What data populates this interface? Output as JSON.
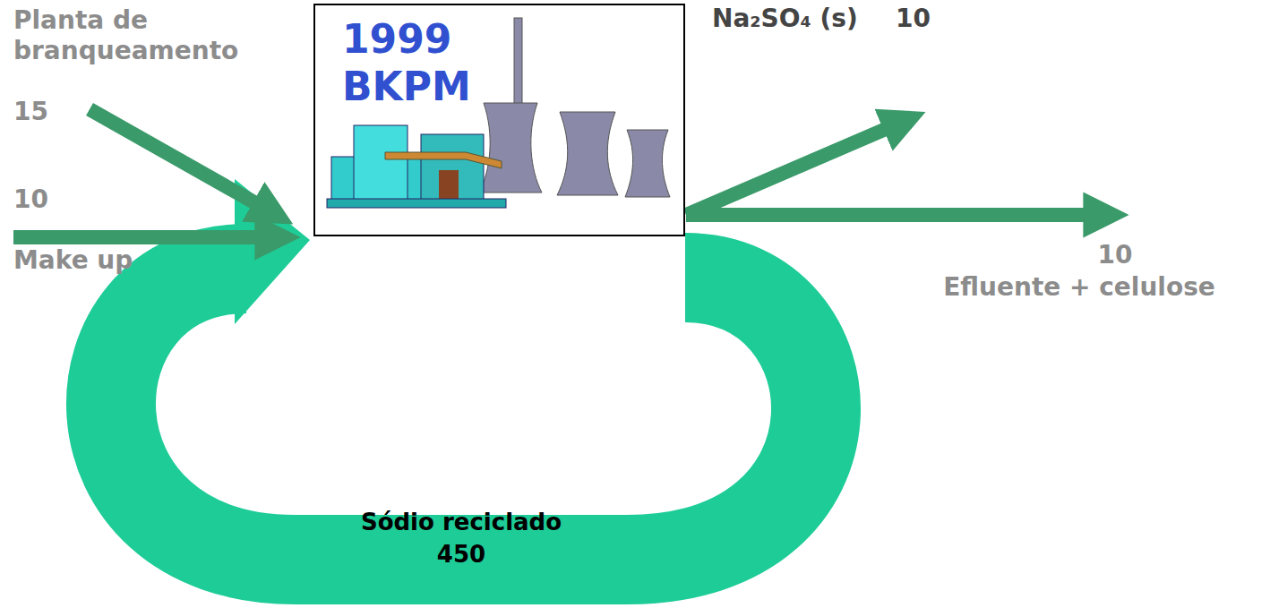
{
  "diagram": {
    "nodes": [
      {
        "text": [
          "1999",
          "BKPM"
        ]
      }
    ],
    "labels": [
      "Planta de branqueamento",
      "15",
      "10",
      "Make up",
      "Na₂SO₄ (s)",
      "10",
      "10",
      "Efluente + celulose",
      "Sódio reciclado",
      "450"
    ]
  }
}
